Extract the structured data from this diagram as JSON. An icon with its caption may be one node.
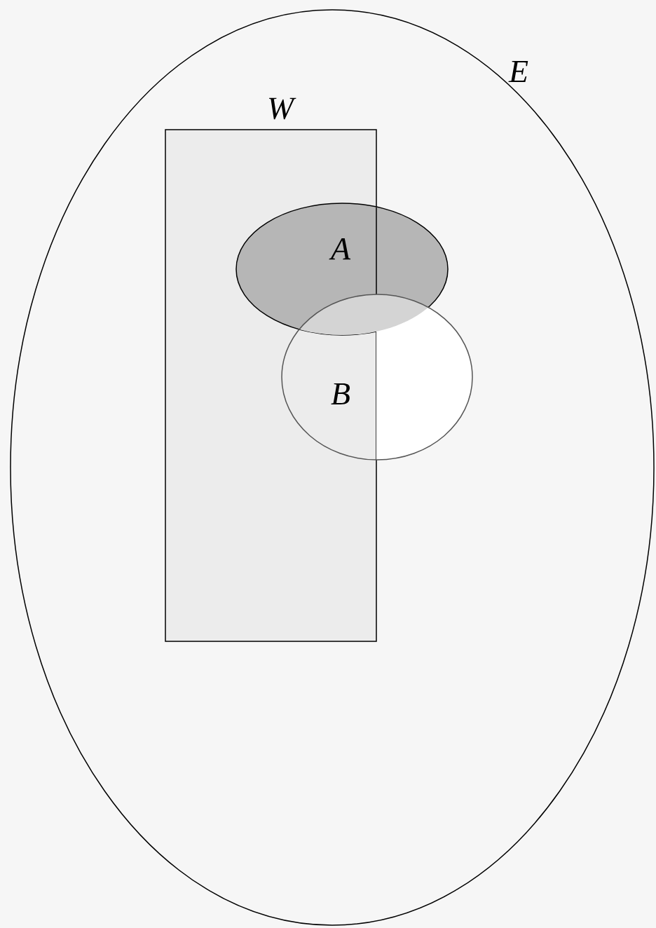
{
  "diagram": {
    "nodes": [
      {
        "text": [
          "E"
        ]
      },
      {
        "text": [
          "W"
        ],
        "in": 0
      },
      {
        "text": [
          "A"
        ],
        "in": 0
      },
      {
        "text": [
          "B"
        ],
        "in": 0
      }
    ]
  }
}
